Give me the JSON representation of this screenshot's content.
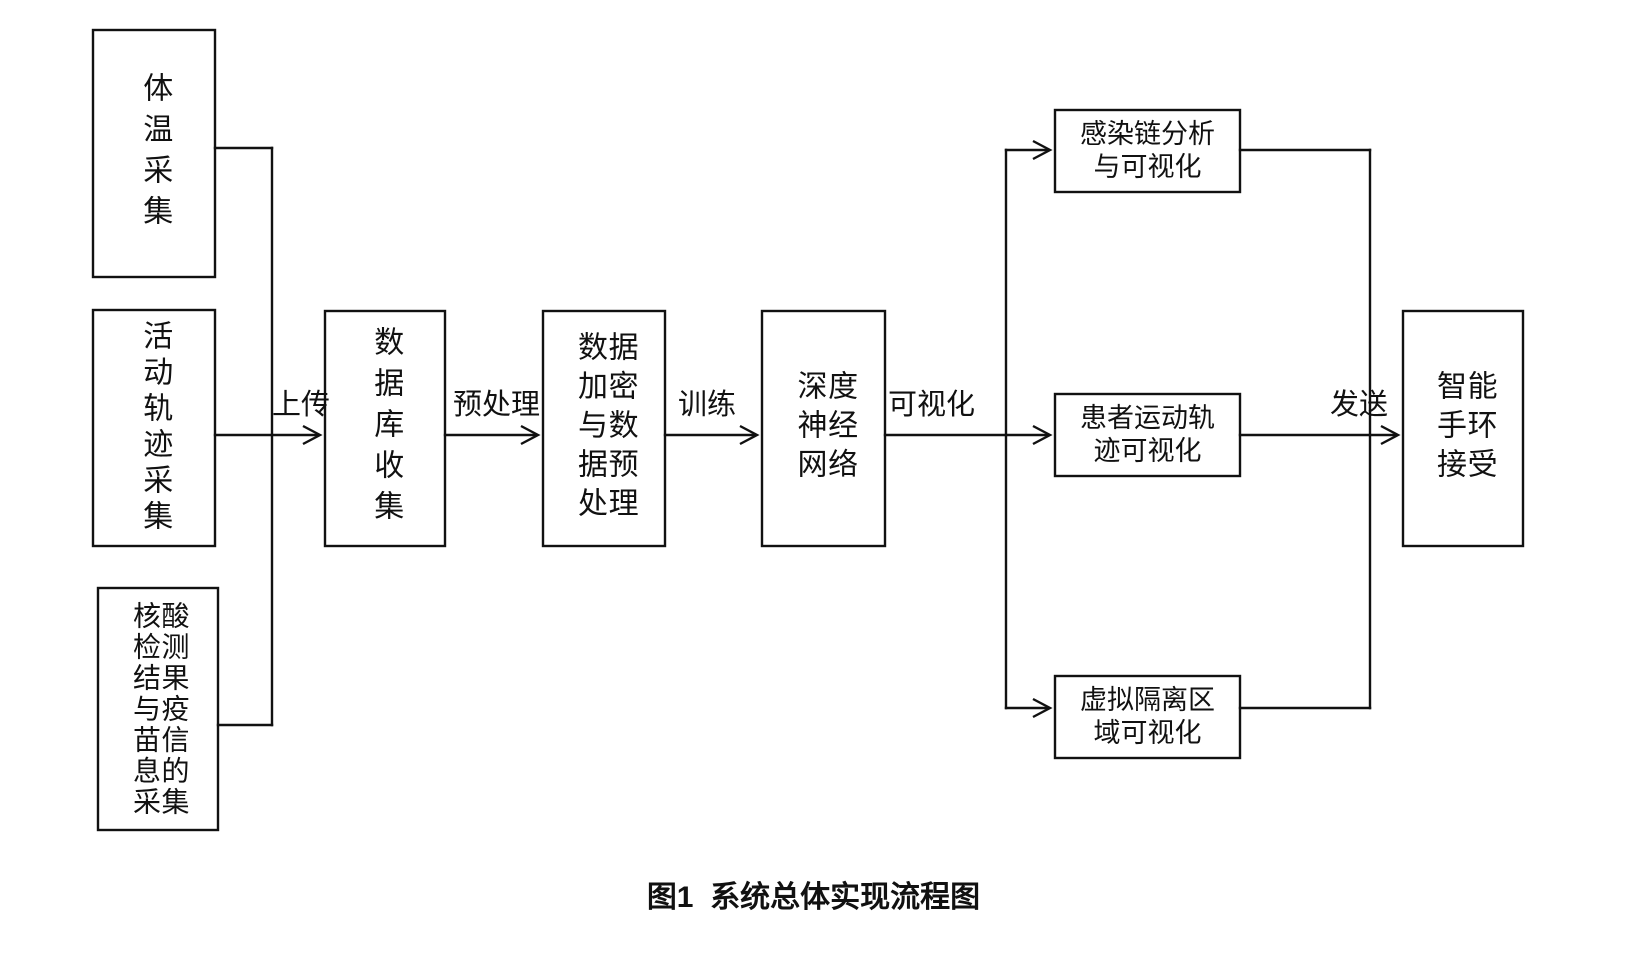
{
  "figure": {
    "caption": "图1  系统总体实现流程图",
    "background_color": "#ffffff",
    "line_color": "#111111"
  },
  "nodes": {
    "temperature_collection": {
      "label": "体温采集",
      "columns": [
        "体温采集"
      ]
    },
    "trajectory_collection": {
      "label": "活动轨迹采集",
      "columns": [
        "活动轨迹采集"
      ]
    },
    "nucleic_vaccine_collection": {
      "label": "核酸检测结果与疫苗信息的采集",
      "columns": [
        "核检结与苗息采",
        "酸测果疫信的集"
      ]
    },
    "database_collection": {
      "label": "数据库收集",
      "columns": [
        "数据库收集"
      ]
    },
    "encryption_preprocessing": {
      "label": "数据加密与数据预处理",
      "columns": [
        "数加与据处",
        "据密数预理"
      ]
    },
    "deep_neural_network": {
      "label": "深度神经网络",
      "columns": [
        "深神网",
        "度经络"
      ]
    },
    "infection_chain": {
      "label": "感染链分析与可视化",
      "lines": [
        "感染链分析",
        "与可视化"
      ]
    },
    "patient_trajectory": {
      "label": "患者运动轨迹可视化",
      "lines": [
        "患者运动轨",
        "迹可视化"
      ]
    },
    "virtual_quarantine": {
      "label": "虚拟隔离区域可视化",
      "lines": [
        "虚拟隔离区",
        "域可视化"
      ]
    },
    "smart_band": {
      "label": "智能手环接受",
      "columns": [
        "智手接",
        "能环受"
      ]
    }
  },
  "edges": {
    "upload": "上传",
    "preprocess": "预处理",
    "train": "训练",
    "visualize": "可视化",
    "send": "发送"
  }
}
